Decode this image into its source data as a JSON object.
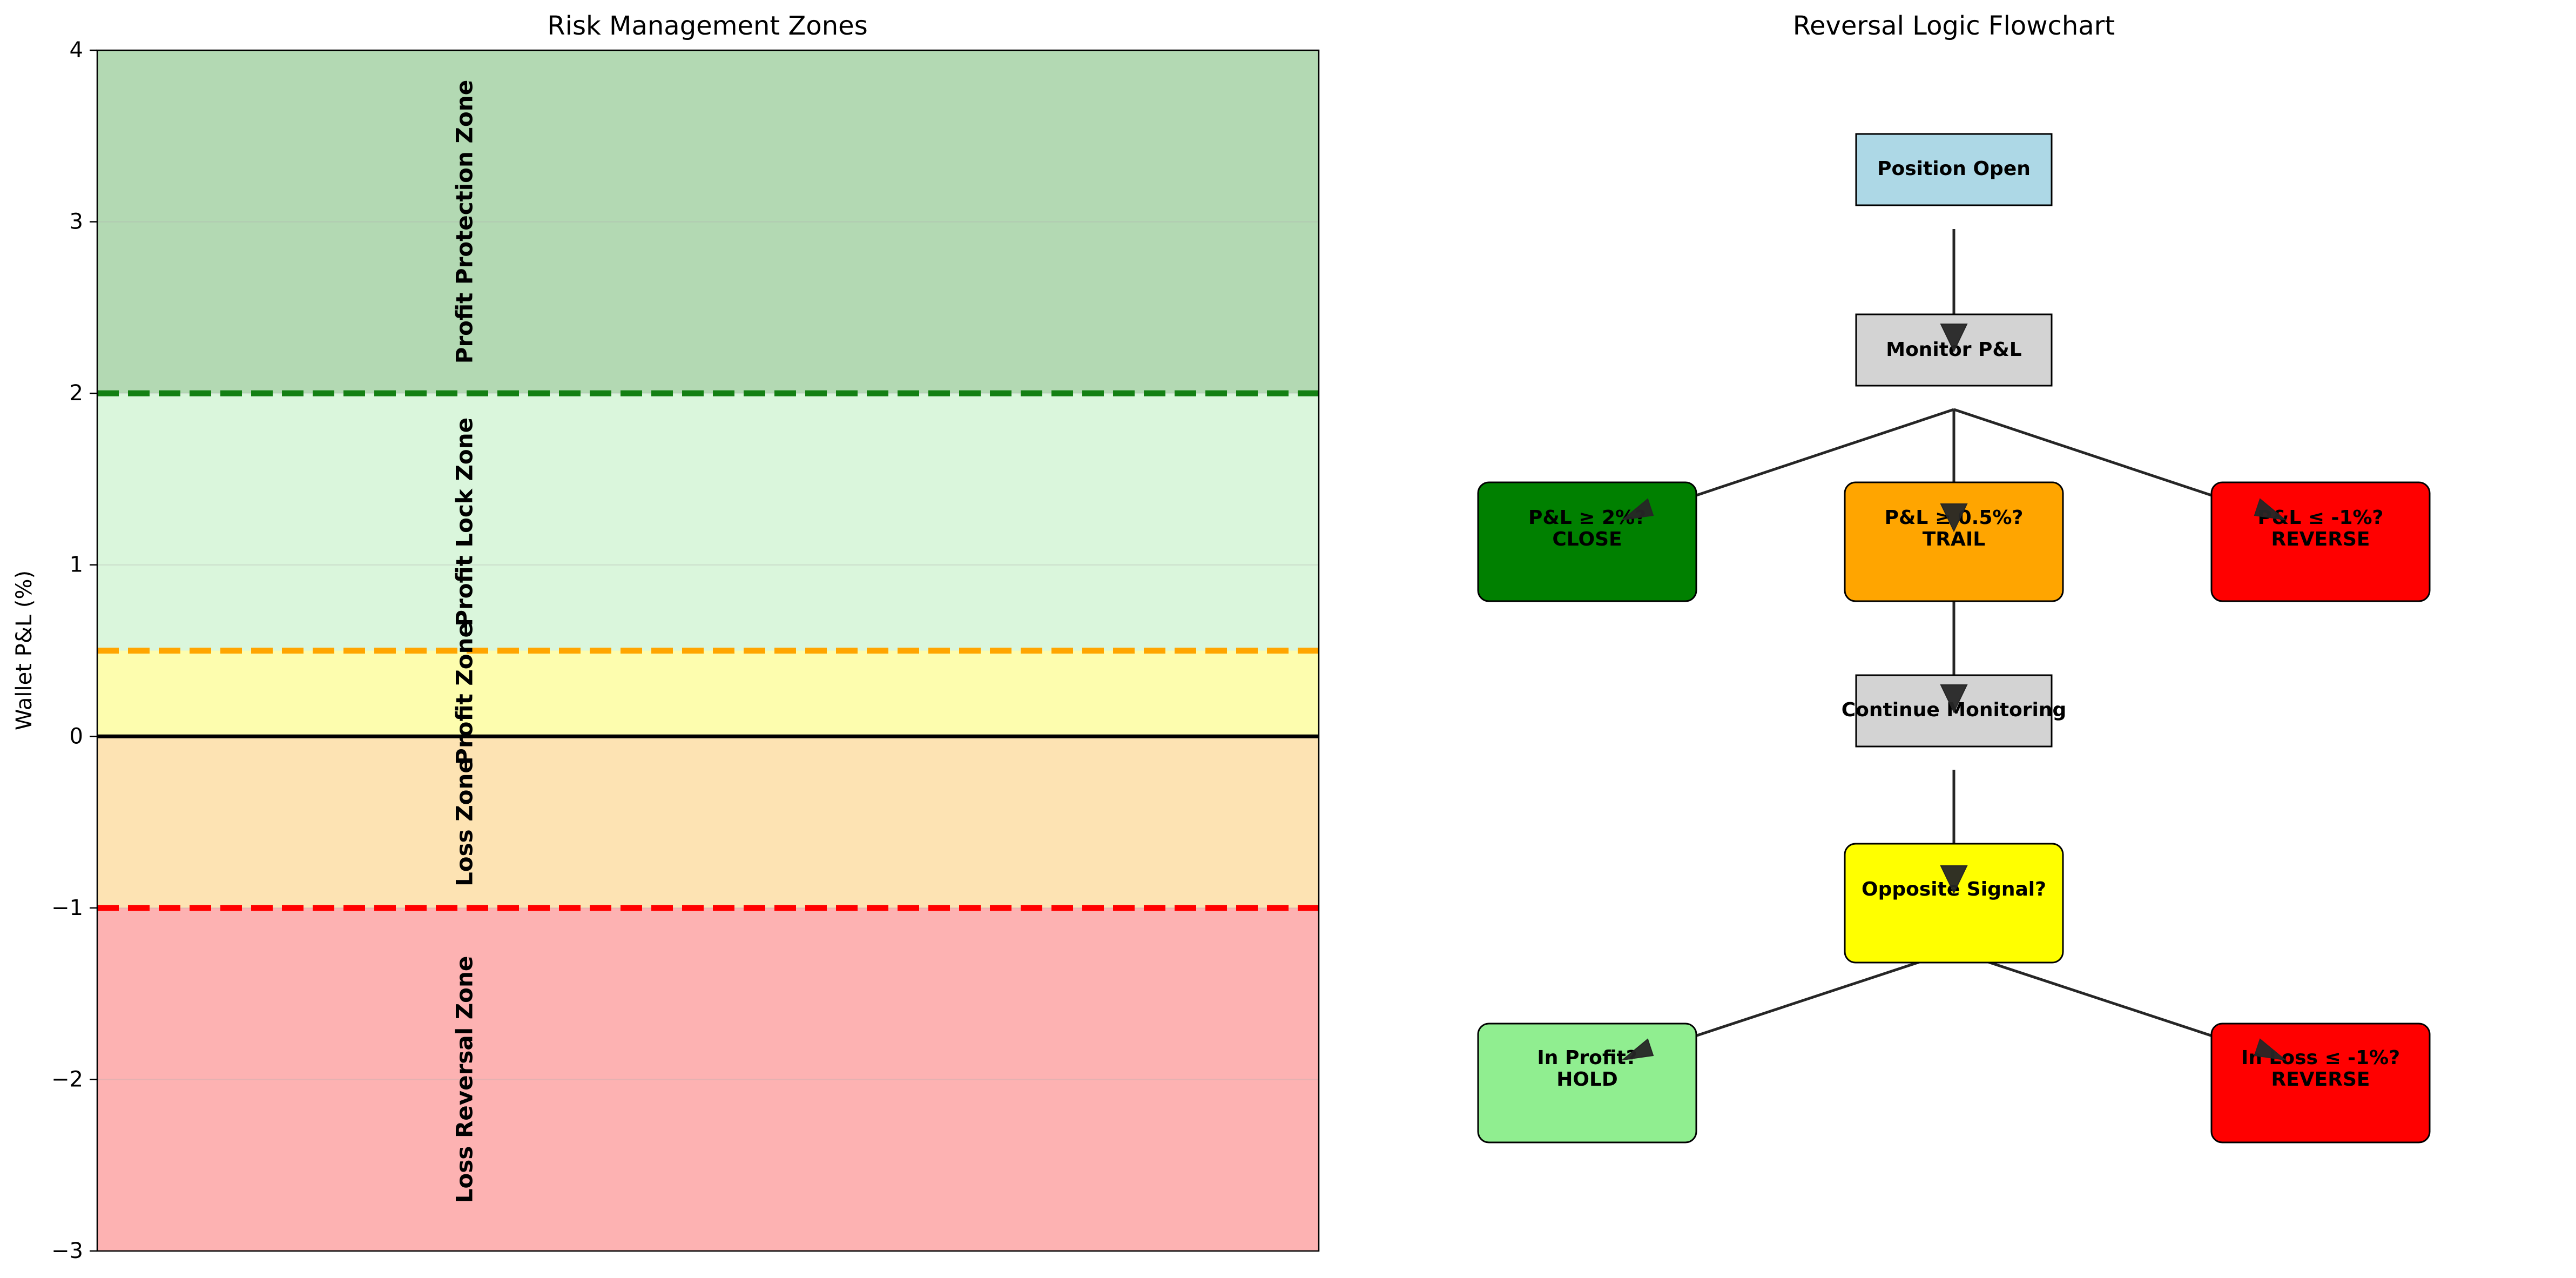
{
  "chart_data": [
    {
      "type": "area",
      "title": "Risk Management Zones",
      "xlabel": "",
      "ylabel": "Wallet P&L (%)",
      "ylim": [
        -3,
        4
      ],
      "yticks": [
        {
          "value": 4,
          "label": "4"
        },
        {
          "value": 3,
          "label": "3"
        },
        {
          "value": 2,
          "label": "2"
        },
        {
          "value": 1,
          "label": "1"
        },
        {
          "value": 0,
          "label": "0"
        },
        {
          "value": -1,
          "label": "−1"
        },
        {
          "value": -2,
          "label": "−2"
        },
        {
          "value": -3,
          "label": "−3"
        }
      ],
      "grid": true,
      "zones": [
        {
          "name": "Profit Protection Zone",
          "from": 2,
          "to": 4,
          "color": "#b3d9b3",
          "label_y": 3.0
        },
        {
          "name": "Profit Lock Zone",
          "from": 0.5,
          "to": 2,
          "color": "#daf6dc",
          "label_y": 1.25
        },
        {
          "name": "Profit Zone",
          "from": 0,
          "to": 0.5,
          "color": "#fdfdae",
          "label_y": 0.25
        },
        {
          "name": "Loss Zone",
          "from": -1,
          "to": 0,
          "color": "#fde3b3",
          "label_y": -0.5
        },
        {
          "name": "Loss Reversal Zone",
          "from": -3,
          "to": -1,
          "color": "#fdb2b2",
          "label_y": -2.0
        }
      ],
      "thresholds": [
        {
          "value": 2,
          "color": "#138013",
          "style": "dashed"
        },
        {
          "value": 0.5,
          "color": "#ffa500",
          "style": "dashed"
        },
        {
          "value": 0,
          "color": "#000000",
          "style": "solid"
        },
        {
          "value": -1,
          "color": "#ff0000",
          "style": "dashed"
        }
      ]
    }
  ],
  "flowchart": {
    "title": "Reversal Logic Flowchart",
    "nodes": [
      {
        "id": "position-open",
        "lines": [
          "Position Open"
        ],
        "color": "#add8e6",
        "shape": "rect"
      },
      {
        "id": "monitor-pl",
        "lines": [
          "Monitor P&L"
        ],
        "color": "#d3d3d3",
        "shape": "rect"
      },
      {
        "id": "close",
        "lines": [
          "P&L ≥ 2%?",
          "CLOSE"
        ],
        "color": "#008000",
        "shape": "round"
      },
      {
        "id": "trail",
        "lines": [
          "P&L ≥ 0.5%?",
          "TRAIL"
        ],
        "color": "#ffa500",
        "shape": "round"
      },
      {
        "id": "reverse-1",
        "lines": [
          "P&L ≤ -1%?",
          "REVERSE"
        ],
        "color": "#ff0000",
        "shape": "round"
      },
      {
        "id": "continue-monitoring",
        "lines": [
          "Continue Monitoring"
        ],
        "color": "#d3d3d3",
        "shape": "rect"
      },
      {
        "id": "opposite-signal",
        "lines": [
          "Opposite Signal?"
        ],
        "color": "#ffff00",
        "shape": "round"
      },
      {
        "id": "hold",
        "lines": [
          "In Profit?",
          "HOLD"
        ],
        "color": "#90ee90",
        "shape": "round"
      },
      {
        "id": "reverse-2",
        "lines": [
          "In Loss ≤ -1%?",
          "REVERSE"
        ],
        "color": "#ff0000",
        "shape": "round"
      }
    ]
  }
}
